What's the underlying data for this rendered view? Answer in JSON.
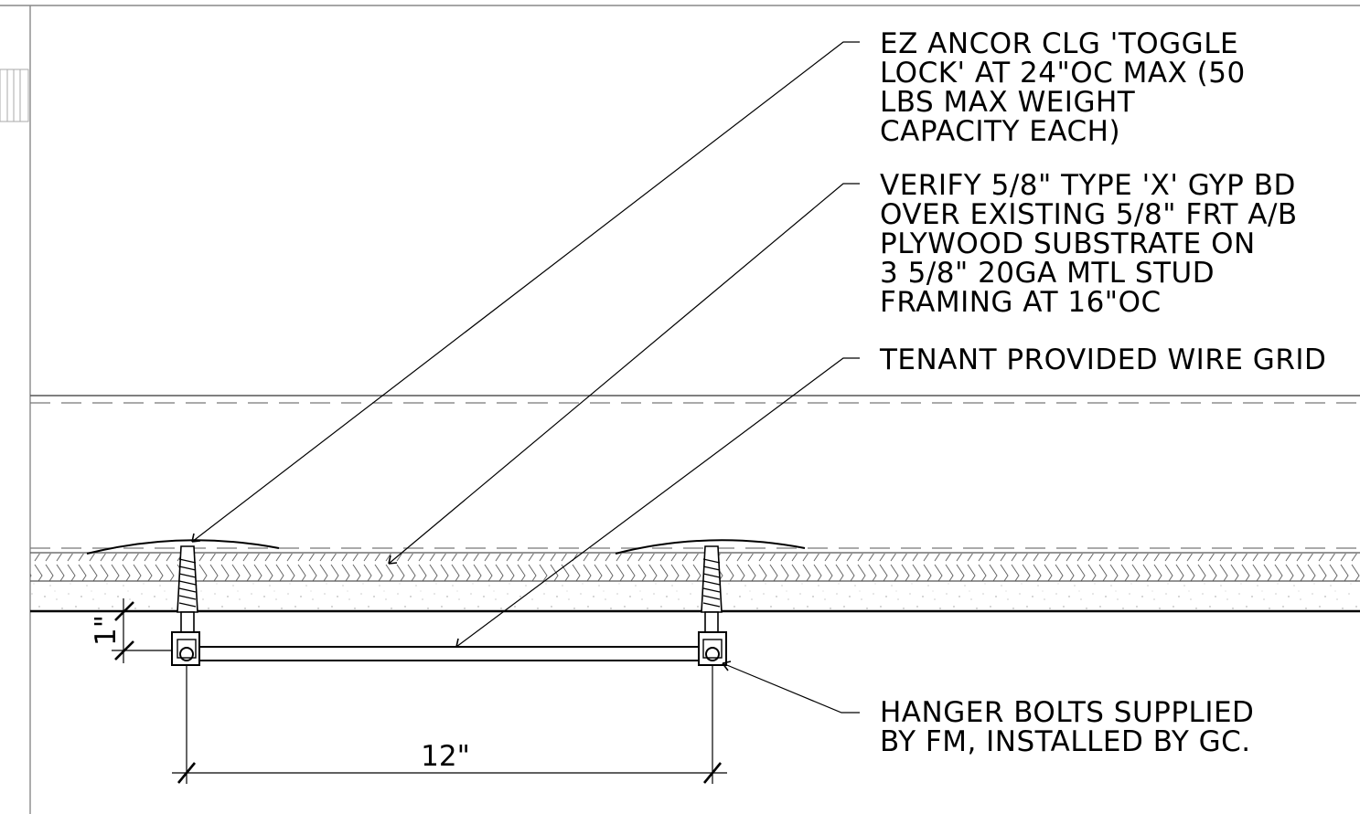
{
  "notes": {
    "toggle_lock": [
      "EZ ANCOR CLG 'TOGGLE",
      "LOCK' AT 24\"OC MAX (50",
      "LBS MAX WEIGHT",
      "CAPACITY EACH)"
    ],
    "gyp_bd": [
      "VERIFY 5/8\" TYPE 'X' GYP BD",
      "OVER EXISTING 5/8\" FRT A/B",
      "PLYWOOD SUBSTRATE ON",
      "3 5/8\" 20GA MTL STUD",
      "FRAMING AT 16\"OC"
    ],
    "wire_grid": [
      "TENANT PROVIDED WIRE GRID"
    ],
    "hanger_bolts": [
      "HANGER BOLTS SUPPLIED",
      "BY FM, INSTALLED BY GC."
    ]
  },
  "dimensions": {
    "spacing": "12\"",
    "offset": "1\""
  }
}
